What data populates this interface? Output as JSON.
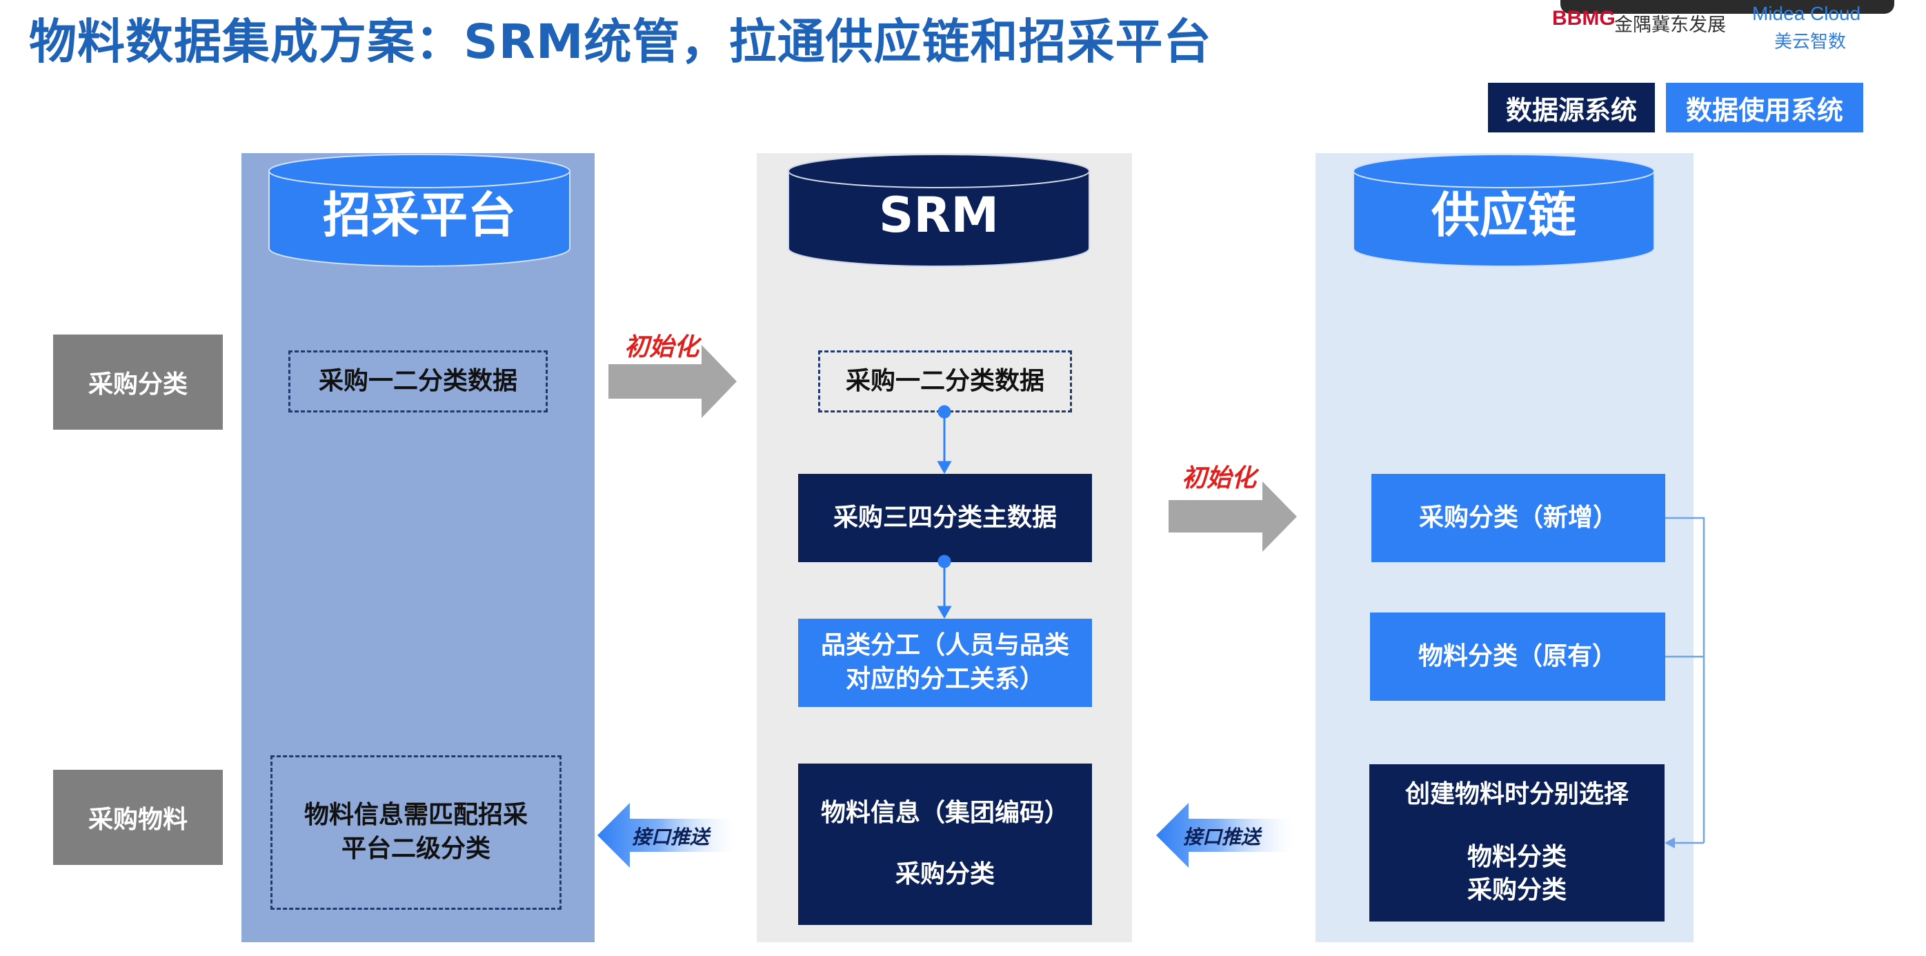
{
  "title": "物料数据集成方案：SRM统管，拉通供应链和招采平台",
  "logos": {
    "bbmg": "BBMG",
    "jinyu": "金隅冀东发展",
    "midea_en": "Midea Cloud",
    "midea_cn": "美云智数"
  },
  "legend": {
    "source_system": "数据源系统",
    "usage_system": "数据使用系统"
  },
  "columns": {
    "left": {
      "title": "招采平台"
    },
    "mid": {
      "title": "SRM"
    },
    "right": {
      "title": "供应链"
    }
  },
  "row_labels": {
    "category": "采购分类",
    "material": "采购物料"
  },
  "left_boxes": {
    "category_data": "采购一二分类数据",
    "material_match_line1": "物料信息需匹配招采",
    "material_match_line2": "平台二级分类"
  },
  "mid_boxes": {
    "category_data": "采购一二分类数据",
    "master_data": "采购三四分类主数据",
    "division_line1": "品类分工（人员与品类",
    "division_line2": "对应的分工关系）",
    "material_info": "物料信息（集团编码）",
    "material_category": "采购分类"
  },
  "right_boxes": {
    "new_category": "采购分类（新增）",
    "existing_category": "物料分类（原有）",
    "create_select": "创建物料时分别选择",
    "material_category": "物料分类",
    "purchase_category": "采购分类"
  },
  "annotations": {
    "init_1": "初始化",
    "init_2": "初始化",
    "push_1": "接口推送",
    "push_2": "接口推送"
  },
  "colors": {
    "title": "#1f63b8",
    "navy": "#0b2057",
    "blue": "#2f7ff5",
    "left_column": "#8fa9d8",
    "mid_column": "#ebebeb",
    "right_column": "#dce8f5",
    "row_label": "#7f7f7f",
    "init_text": "#e0201c",
    "arrow_gray": "#a6a6a6"
  }
}
